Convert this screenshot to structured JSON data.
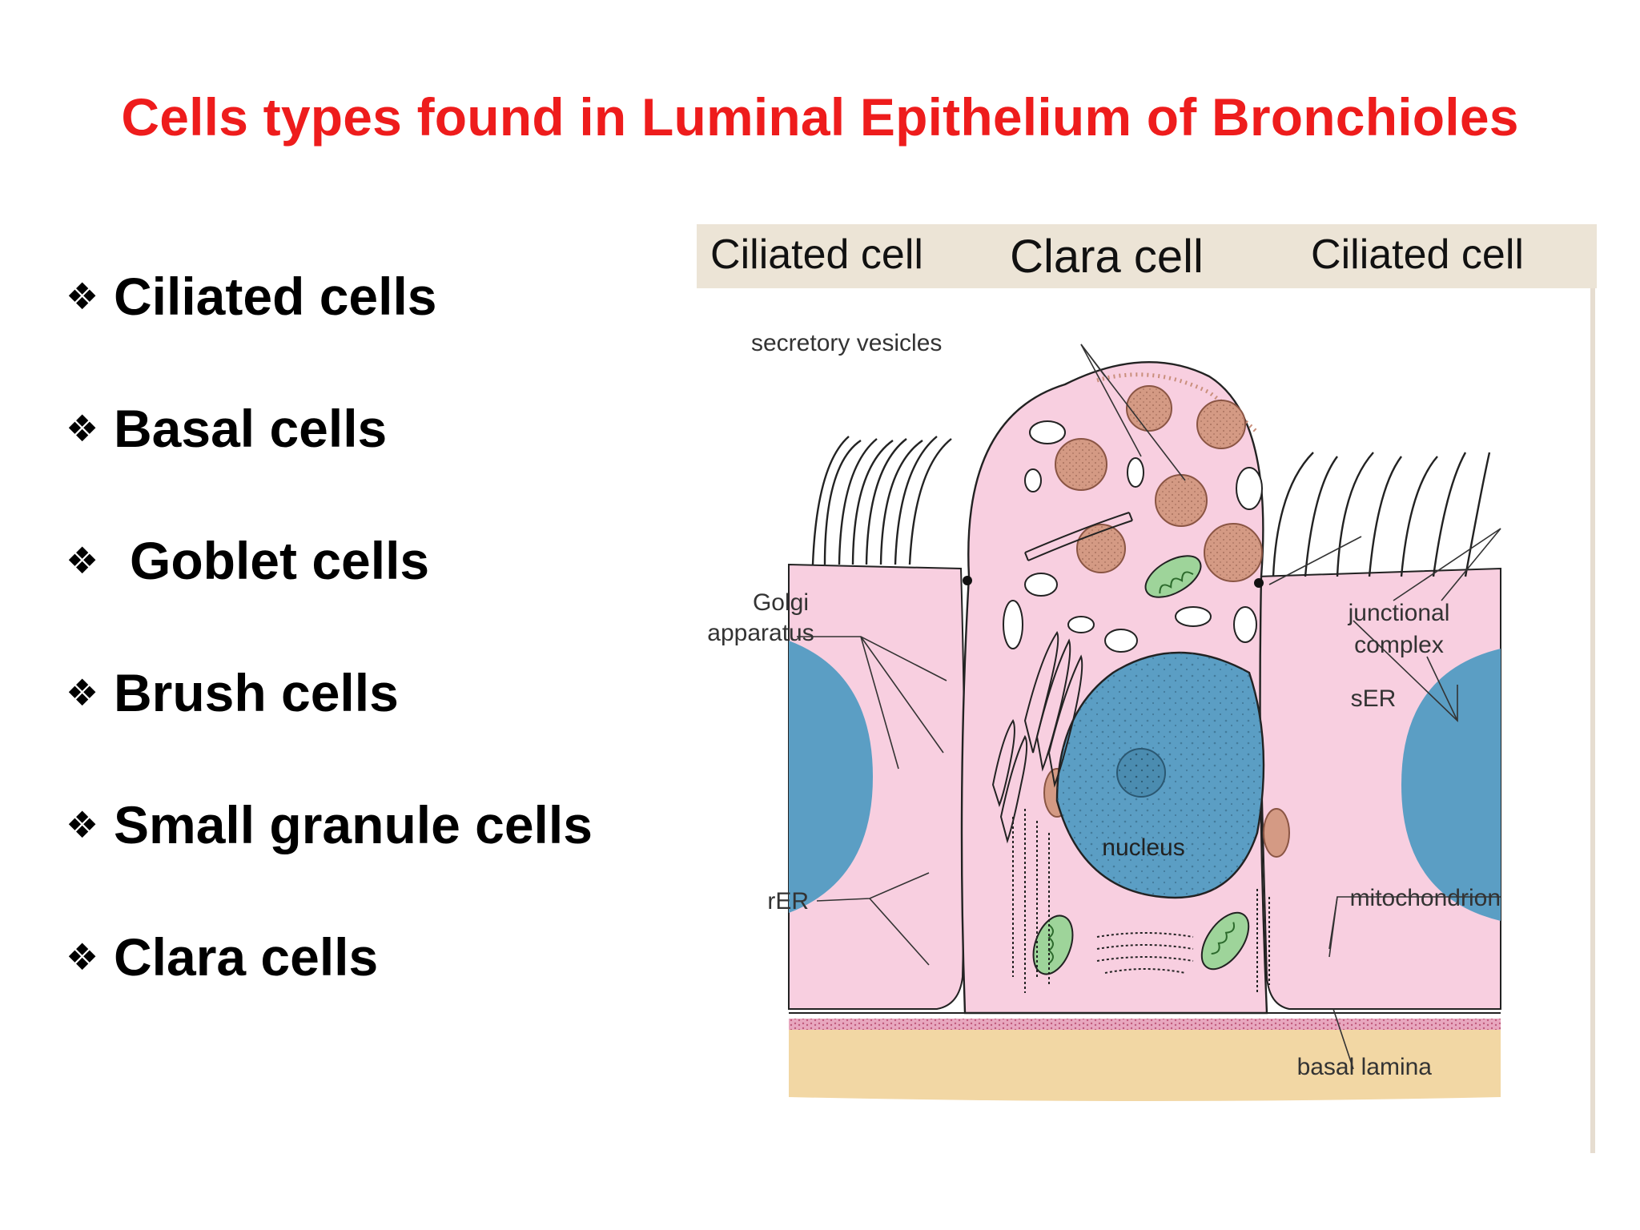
{
  "title": "Cells types found in Luminal Epithelium of Bronchioles",
  "bullets": [
    {
      "mark": "❖",
      "label": "Ciliated cells"
    },
    {
      "mark": "❖",
      "label": "Basal cells"
    },
    {
      "mark": "❖",
      "label": "Goblet cells"
    },
    {
      "mark": "❖",
      "label": "Brush cells"
    },
    {
      "mark": "❖",
      "label": "Small granule cells"
    },
    {
      "mark": "❖",
      "label": "Clara cells"
    }
  ],
  "figure": {
    "header": {
      "left": "Ciliated cell",
      "center": "Clara cell",
      "right": "Ciliated cell"
    },
    "labels": {
      "secretory_vesicles": "secretory  vesicles",
      "golgi_line1": "Golgi",
      "golgi_line2": "apparatus",
      "junctional_line1": "junctional",
      "junctional_line2": "complex",
      "ser": "sER",
      "nucleus": "nucleus",
      "rer": "rER",
      "mitochondrion": "mitochondrion",
      "basal_lamina": "basal  lamina"
    },
    "colors": {
      "title": "#ee1c1c",
      "cell_pink": "#f8cfe0",
      "nucleus_blue": "#5b9ec4",
      "vesicle_brown": "#d49a84",
      "mitochondrion_green": "#9ed49a",
      "basal_tan": "#f2d7a4",
      "header_band": "#ece4d6"
    }
  }
}
